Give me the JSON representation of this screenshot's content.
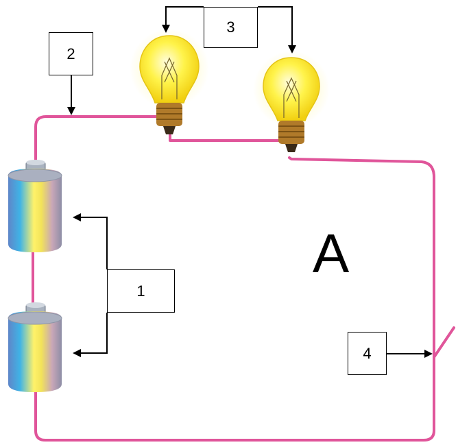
{
  "labels": {
    "batteries": "1",
    "wire": "2",
    "bulbs": "3",
    "switch": "4",
    "circuit": "A"
  },
  "colors": {
    "wire": "#e0559a",
    "bulb_glass": "#fff34a",
    "bulb_base": "#b07a2a",
    "battery_cap": "#9aa4b2",
    "arrow": "#000000"
  },
  "icons": [
    "battery-icon",
    "light-bulb-icon",
    "switch-icon"
  ]
}
